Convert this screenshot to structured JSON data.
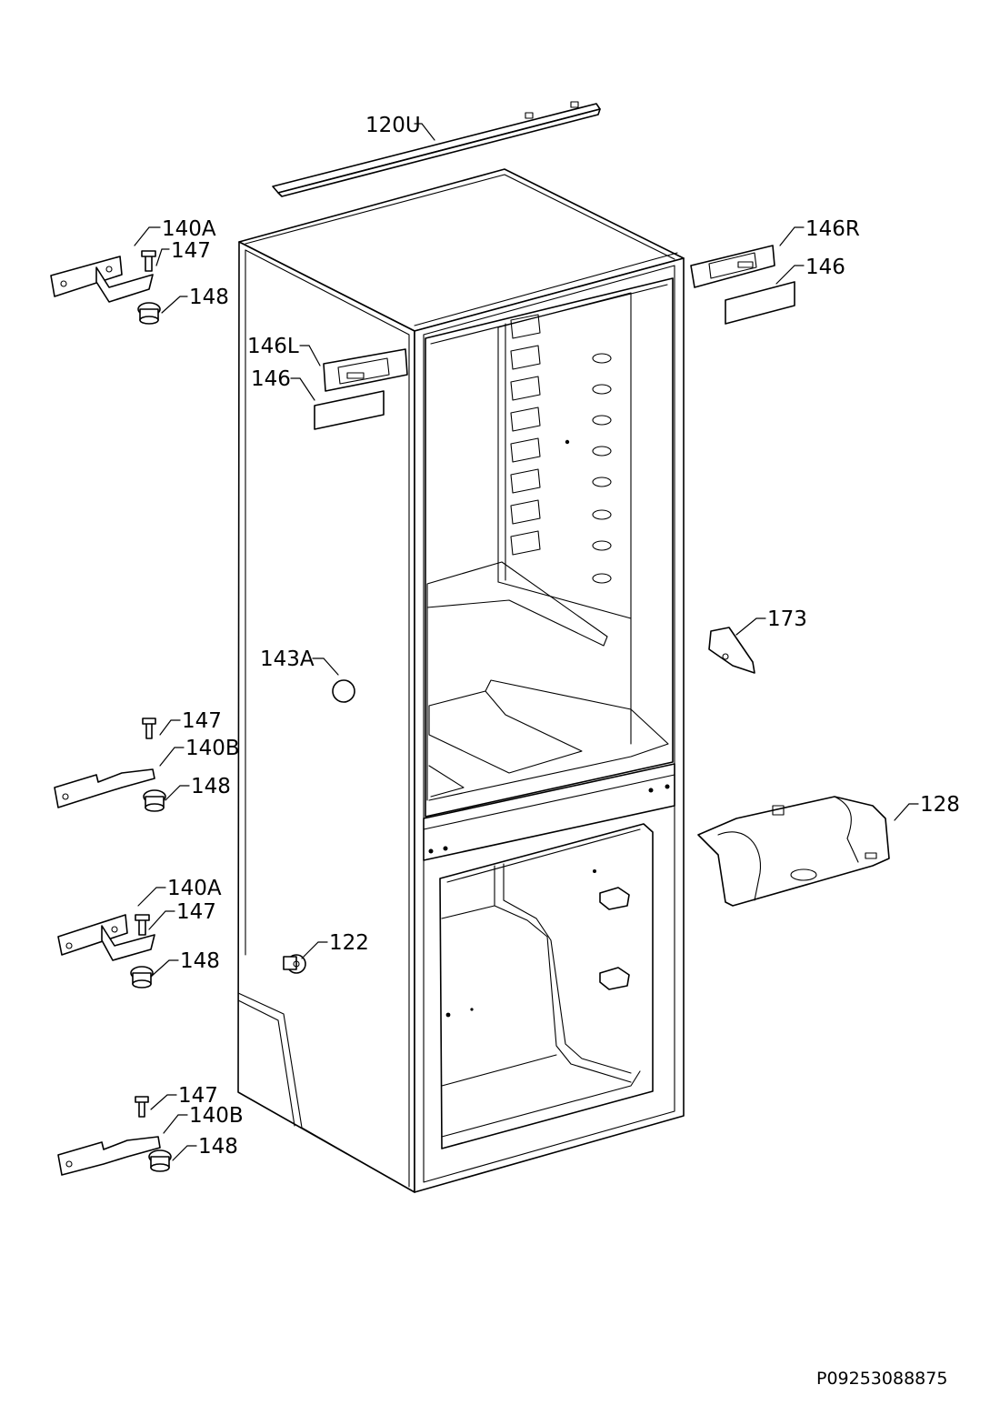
{
  "callouts": {
    "p120U": "120U",
    "p140A_top": "140A",
    "p147_top": "147",
    "p148_top": "148",
    "p146R": "146R",
    "p146_right": "146",
    "p146L": "146L",
    "p146_left": "146",
    "p173": "173",
    "p143A": "143A",
    "p147_mid": "147",
    "p140B_mid": "140B",
    "p148_mid": "148",
    "p128": "128",
    "p140A_low": "140A",
    "p147_low": "147",
    "p122": "122",
    "p148_low": "148",
    "p147_bottom": "147",
    "p140B_bottom": "140B",
    "p148_bottom": "148"
  },
  "document_code": "P09253088875"
}
